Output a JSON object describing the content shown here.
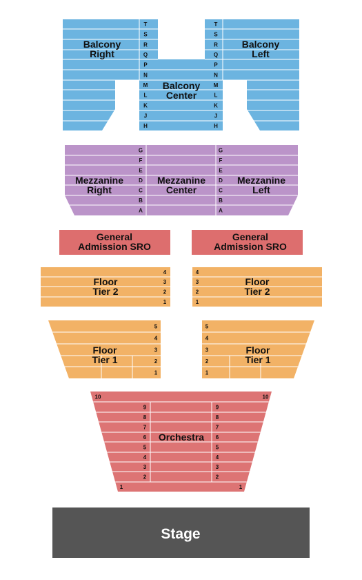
{
  "colors": {
    "balcony": "#6cb4e0",
    "mezzanine": "#bb94c9",
    "ga": "#dd6e6e",
    "floor": "#f2b266",
    "orchestra": "#dd7474",
    "stage": "#555555",
    "separator": "#ffffff"
  },
  "sections": {
    "balcony_right": {
      "line1": "Balcony",
      "line2": "Right"
    },
    "balcony_left": {
      "line1": "Balcony",
      "line2": "Left"
    },
    "balcony_center": {
      "line1": "Balcony",
      "line2": "Center"
    },
    "mezz_right": {
      "line1": "Mezzanine",
      "line2": "Right"
    },
    "mezz_center": {
      "line1": "Mezzanine",
      "line2": "Center"
    },
    "mezz_left": {
      "line1": "Mezzanine",
      "line2": "Left"
    },
    "ga_left": {
      "line1": "General",
      "line2": "Admission SRO"
    },
    "ga_right": {
      "line1": "General",
      "line2": "Admission SRO"
    },
    "floor_t2_left": {
      "line1": "Floor",
      "line2": "Tier 2"
    },
    "floor_t2_right": {
      "line1": "Floor",
      "line2": "Tier 2"
    },
    "floor_t1_left": {
      "line1": "Floor",
      "line2": "Tier 1"
    },
    "floor_t1_right": {
      "line1": "Floor",
      "line2": "Tier 1"
    },
    "orchestra": {
      "line1": "Orchestra"
    },
    "stage": {
      "line1": "Stage"
    }
  },
  "rows": {
    "balcony": [
      "T",
      "S",
      "R",
      "Q",
      "P",
      "N",
      "M",
      "L",
      "K",
      "J",
      "H"
    ],
    "mezzanine": [
      "G",
      "F",
      "E",
      "D",
      "C",
      "B",
      "A"
    ],
    "floor_tier2": [
      "4",
      "3",
      "2",
      "1"
    ],
    "floor_tier1": [
      "5",
      "4",
      "3",
      "2",
      "1"
    ],
    "orchestra": [
      "10",
      "9",
      "8",
      "7",
      "6",
      "5",
      "4",
      "3",
      "2",
      "1"
    ]
  }
}
